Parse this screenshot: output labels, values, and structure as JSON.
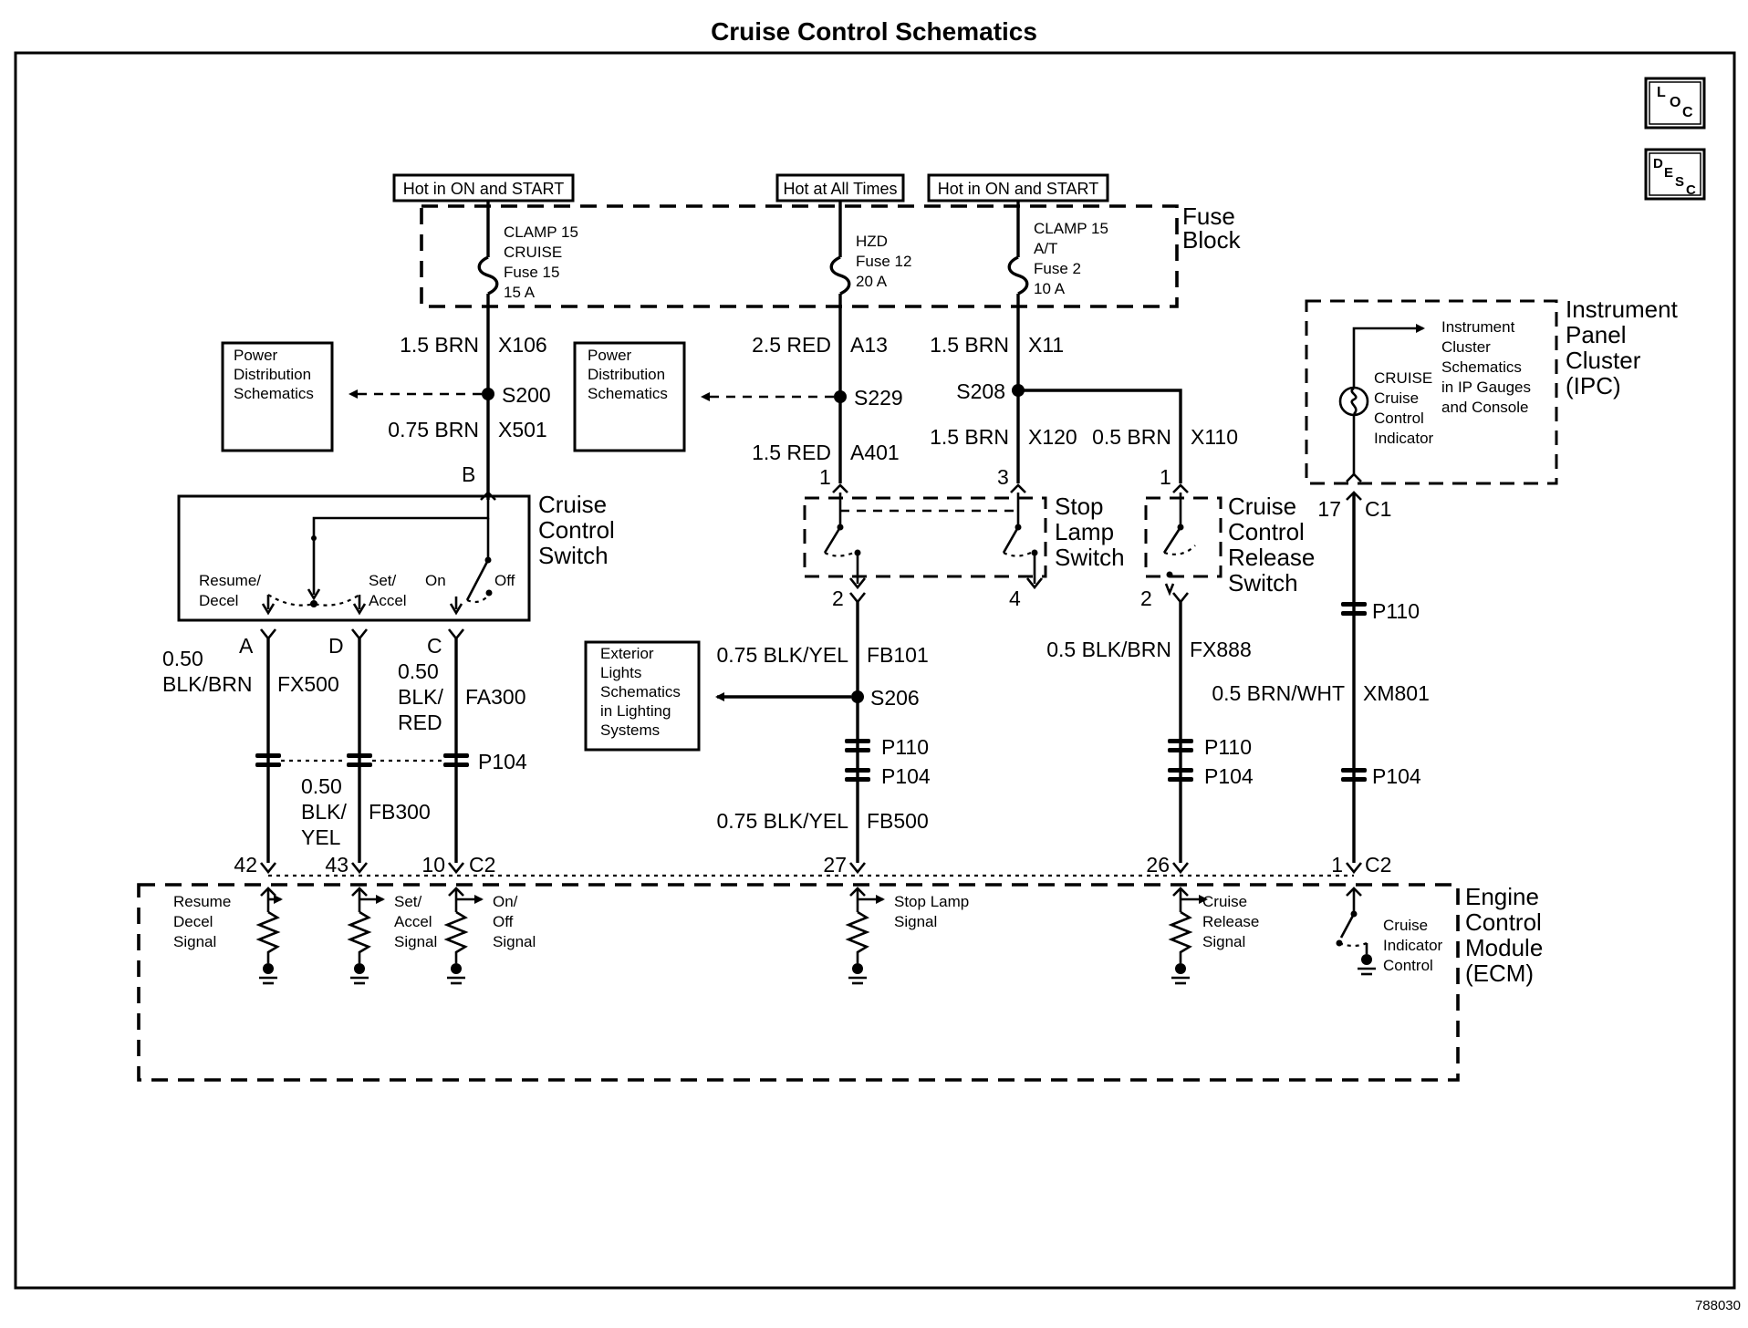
{
  "title": "Cruise Control Schematics",
  "doc_number": "788030",
  "nav_buttons": {
    "loc": {
      "a": "L",
      "b": "O",
      "c": "C"
    },
    "desc": {
      "a": "D",
      "b": "E",
      "c": "S",
      "d": "C"
    }
  },
  "power_labels": {
    "left": "Hot in ON and START",
    "middle": "Hot at All Times",
    "right": "Hot in ON and START"
  },
  "fuse_block": {
    "title_1": "Fuse",
    "title_2": "Block",
    "fuse_15": [
      "CLAMP 15",
      "CRUISE",
      "Fuse 15",
      "15 A"
    ],
    "fuse_12": [
      "HZD",
      "Fuse 12",
      "20 A"
    ],
    "fuse_2": [
      "CLAMP 15",
      "A/T",
      "Fuse 2",
      "10 A"
    ]
  },
  "ref_boxes": {
    "power_dist_1": [
      "Power",
      "Distribution",
      "Schematics"
    ],
    "power_dist_2": [
      "Power",
      "Distribution",
      "Schematics"
    ],
    "exterior_lights": [
      "Exterior",
      "Lights",
      "Schematics",
      "in Lighting",
      "Systems"
    ]
  },
  "wires": {
    "c1_top": {
      "gauge": "1.5 BRN",
      "circuit": "X106"
    },
    "c1_mid": {
      "gauge": "0.75 BRN",
      "circuit": "X501"
    },
    "c2_top": {
      "gauge": "2.5 RED",
      "circuit": "A13"
    },
    "c2_mid": {
      "gauge": "1.5 RED",
      "circuit": "A401"
    },
    "c3_top": {
      "gauge": "1.5 BRN",
      "circuit": "X11"
    },
    "c3_mid": {
      "gauge": "1.5 BRN",
      "circuit": "X120"
    },
    "c4_mid": {
      "gauge": "0.5 BRN",
      "circuit": "X110"
    },
    "a_wire": {
      "gauge_1": "0.50",
      "gauge_2": "BLK/BRN",
      "circuit": "FX500"
    },
    "c_wire": {
      "gauge_1": "0.50",
      "gauge_2": "BLK/",
      "gauge_3": "RED",
      "circuit": "FA300"
    },
    "d_wire": {
      "gauge_1": "0.50",
      "gauge_2": "BLK/",
      "gauge_3": "YEL",
      "circuit": "FB300"
    },
    "stop_upper": {
      "gauge": "0.75 BLK/YEL",
      "circuit": "FB101"
    },
    "stop_lower": {
      "gauge": "0.75 BLK/YEL",
      "circuit": "FB500"
    },
    "release": {
      "gauge": "0.5 BLK/BRN",
      "circuit": "FX888"
    },
    "indicator": {
      "gauge": "0.5 BRN/WHT",
      "circuit": "XM801"
    }
  },
  "splices": {
    "s200": "S200",
    "s229": "S229",
    "s208": "S208",
    "s206": "S206"
  },
  "connectors": {
    "p104": "P104",
    "p110": "P110",
    "c1": "C1",
    "c2": "C2"
  },
  "pins": {
    "sw_b": "B",
    "sw_a": "A",
    "sw_d": "D",
    "sw_c": "C",
    "stop_1": "1",
    "stop_3": "3",
    "stop_2": "2",
    "stop_4": "4",
    "rel_1": "1",
    "rel_2": "2",
    "ipc_17": "17",
    "ecm_42": "42",
    "ecm_43": "43",
    "ecm_10": "10",
    "ecm_27": "27",
    "ecm_26": "26",
    "ecm_1": "1"
  },
  "cruise_switch": {
    "title": [
      "Cruise",
      "Control",
      "Switch"
    ],
    "resume": [
      "Resume/",
      "Decel"
    ],
    "set": [
      "Set/",
      "Accel"
    ],
    "on": "On",
    "off": "Off"
  },
  "stop_lamp_switch": [
    "Stop",
    "Lamp",
    "Switch"
  ],
  "release_switch": [
    "Cruise",
    "Control",
    "Release",
    "Switch"
  ],
  "ipc": {
    "title": [
      "Instrument",
      "Panel",
      "Cluster",
      "(IPC)"
    ],
    "ref": [
      "Instrument",
      "Cluster",
      "Schematics",
      "in IP Gauges",
      "and Console"
    ],
    "indicator": [
      "CRUISE",
      "Cruise",
      "Control",
      "Indicator"
    ]
  },
  "ecm": {
    "title": [
      "Engine",
      "Control",
      "Module",
      "(ECM)"
    ],
    "resume_signal": [
      "Resume",
      "Decel",
      "Signal"
    ],
    "set_signal": [
      "Set/",
      "Accel",
      "Signal"
    ],
    "onoff_signal": [
      "On/",
      "Off",
      "Signal"
    ],
    "stop_signal": [
      "Stop Lamp",
      "Signal"
    ],
    "release_signal": [
      "Cruise",
      "Release",
      "Signal"
    ],
    "indicator_control": [
      "Cruise",
      "Indicator",
      "Control"
    ]
  }
}
